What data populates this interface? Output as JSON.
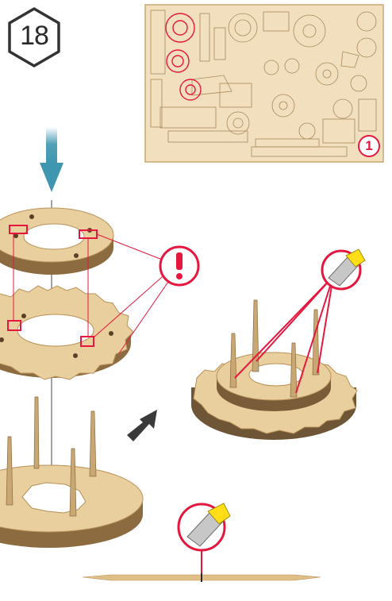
{
  "step": {
    "number": "18"
  },
  "parts_sheet": {
    "sheet_number": "1"
  },
  "icons": {
    "step_badge": "hexagon-badge",
    "down_arrow": "down-arrow-icon",
    "warning": "exclamation-warning-icon",
    "next_arrow": "right-arrow-icon",
    "cutter_zoom": "craft-knife-icon"
  },
  "colors": {
    "accent_red": "#e5173f",
    "arrow_teal": "#3e96b0",
    "wood_light": "#e9cf9e",
    "wood_edge": "#b89158",
    "wood_dark": "#6e5535",
    "badge_stroke": "#333333"
  }
}
